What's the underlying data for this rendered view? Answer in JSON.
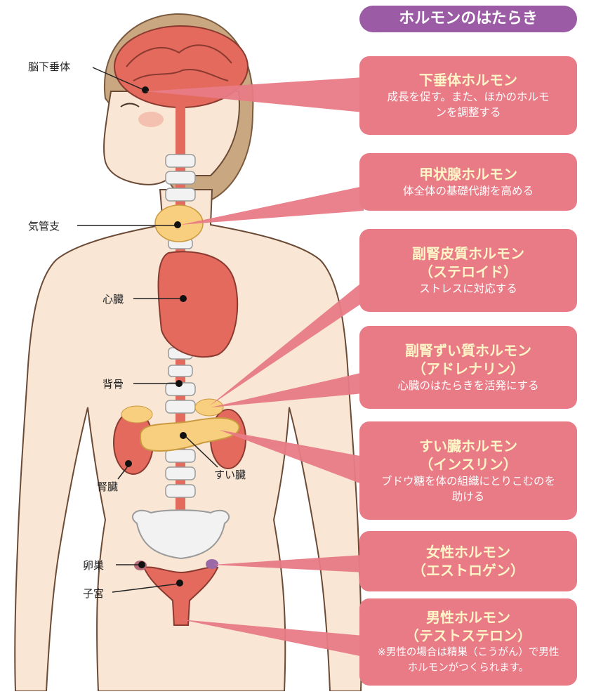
{
  "header": "ホルモンのはたらき",
  "hormones": [
    {
      "title": "下垂体ホルモン",
      "subtitle": "",
      "desc": "成長を促す。また、ほかのホルモンを調整する"
    },
    {
      "title": "甲状腺ホルモン",
      "subtitle": "",
      "desc": "体全体の基礎代謝を高める"
    },
    {
      "title": "副腎皮質ホルモン",
      "subtitle": "（ステロイド）",
      "desc": "ストレスに対応する"
    },
    {
      "title": "副腎ずい質ホルモン",
      "subtitle": "（アドレナリン）",
      "desc": "心臓のはたらきを活発にする"
    },
    {
      "title": "すい臓ホルモン",
      "subtitle": "（インスリン）",
      "desc": "ブドウ糖を体の組織にとりこむのを助ける"
    },
    {
      "title": "女性ホルモン",
      "subtitle": "（エストロゲン）",
      "desc": ""
    },
    {
      "title": "男性ホルモン",
      "subtitle": "（テストステロン）",
      "desc": "※男性の場合は精巣（こうがん）で男性ホルモンがつくられます。"
    }
  ],
  "organs": {
    "pituitary": "脳下垂体",
    "trachea": "気管支",
    "heart": "心臓",
    "spine": "背骨",
    "kidney": "腎臓",
    "pancreas": "すい臓",
    "ovary": "卵巣",
    "uterus": "子宮"
  },
  "colors": {
    "box": "#e87b86",
    "header": "#9b5ba5",
    "title_text": "#fff6c8",
    "skin": "#f9e6d4",
    "hair": "#c9a780",
    "organ": "#e46a5e",
    "gland": "#f8cf7e",
    "bone": "#f2f2f2"
  }
}
